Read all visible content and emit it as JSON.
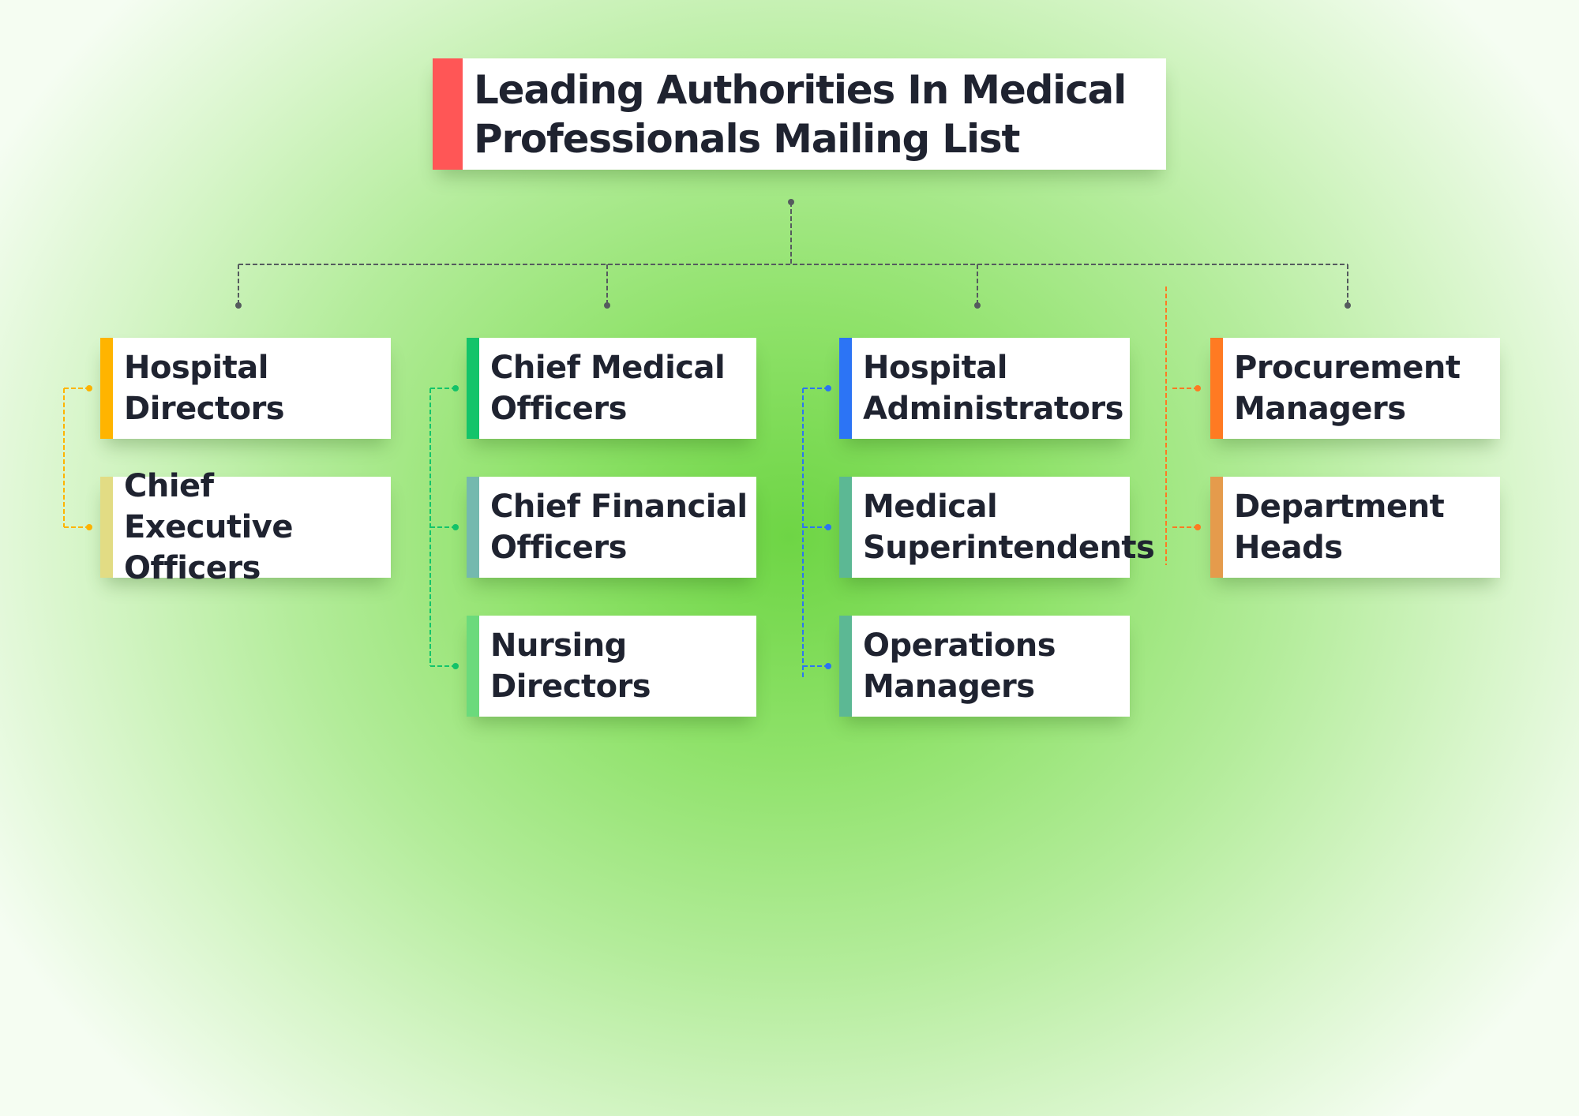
{
  "title": {
    "text": "Leading Authorities In Medical\nProfessionals Mailing List",
    "accent_color": "#FF5656"
  },
  "text_color": "#1F2330",
  "connector_color": "#555B5E",
  "columns": [
    {
      "connector_color": "#FFB400",
      "items": [
        {
          "label": "Hospital\nDirectors",
          "color": "#FFB400"
        },
        {
          "label": "Chief Executive\nOfficers",
          "color": "#E2DC84"
        }
      ]
    },
    {
      "connector_color": "#13C46A",
      "items": [
        {
          "label": "Chief Medical\nOfficers",
          "color": "#13C46A"
        },
        {
          "label": "Chief Financial\nOfficers",
          "color": "#74B9AE"
        },
        {
          "label": "Nursing\nDirectors",
          "color": "#6BDA7C"
        }
      ]
    },
    {
      "connector_color": "#2C74F5",
      "items": [
        {
          "label": "Hospital\nAdministrators",
          "color": "#2C74F5"
        },
        {
          "label": "Medical\nSuperintendents",
          "color": "#5CB894"
        },
        {
          "label": "Operations\nManagers",
          "color": "#5CB894"
        }
      ]
    },
    {
      "connector_color": "#FF7A22",
      "items": [
        {
          "label": "Procurement\nManagers",
          "color": "#FF7A22"
        },
        {
          "label": "Department\nHeads",
          "color": "#E59B4C"
        }
      ]
    }
  ]
}
